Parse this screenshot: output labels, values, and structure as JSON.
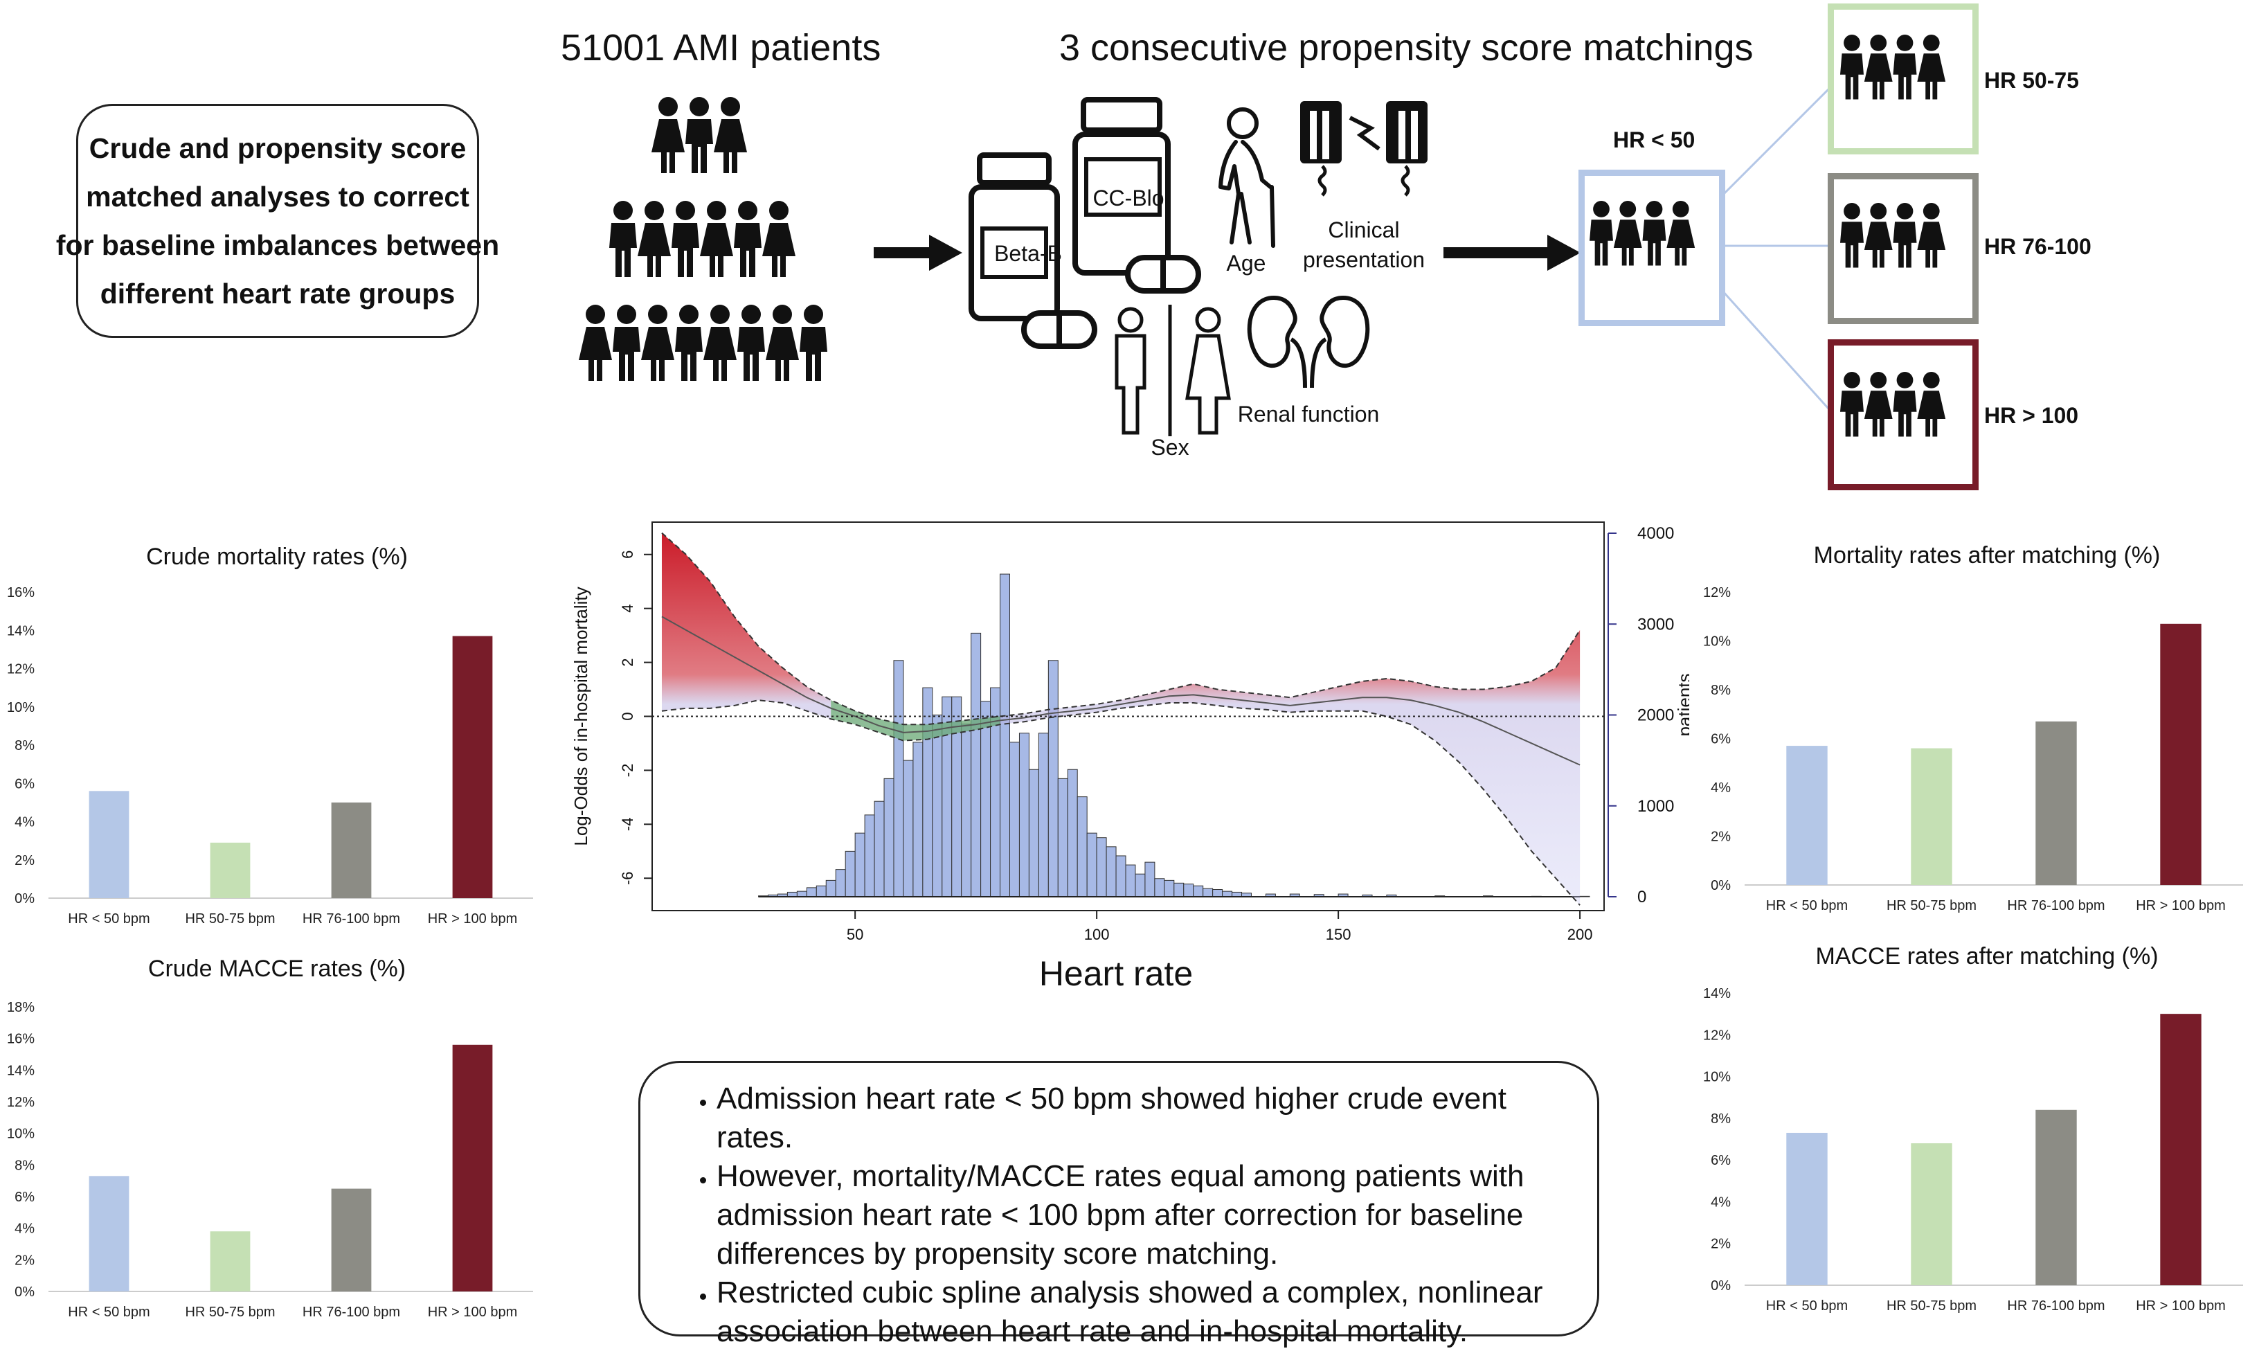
{
  "header": {
    "patients_title": "51001 AMI patients",
    "matching_title": "3 consecutive propensity score matchings"
  },
  "crude_box": {
    "lines": [
      "Crude and propensity score",
      "matched analyses to correct",
      "for baseline imbalances between",
      "different heart rate groups"
    ]
  },
  "icons": {
    "beta_blocker": "Beta-B",
    "cc_blocker": "CC-Blo",
    "age": "Age",
    "clinical": "Clinical",
    "presentation": "presentation",
    "sex": "Sex",
    "renal": "Renal function"
  },
  "hr_groups": {
    "base": "HR < 50",
    "g1": "HR 50-75",
    "g2": "HR 76-100",
    "g3": "HR > 100"
  },
  "colors": {
    "hr_lt_50": "#b4c7e7",
    "hr_50_75": "#c5e0b4",
    "hr_76_100": "#8c8c85",
    "hr_gt_100": "#781c29",
    "spline_red": "#c8101e",
    "spline_green": "#4ca64c",
    "histogram": "#a7b9e6"
  },
  "summary": {
    "bullets": [
      "Admission heart rate < 50 bpm showed higher crude event rates.",
      "However, mortality/MACCE rates equal  among patients with admission heart rate < 100 bpm after correction for baseline differences by propensity score matching.",
      "Restricted cubic spline analysis showed a complex, nonlinear association between heart rate and in-hospital mortality."
    ]
  },
  "chart_data": [
    {
      "type": "bar",
      "title": "Crude mortality rates (%)",
      "categories": [
        "HR < 50 bpm",
        "HR 50-75 bpm",
        "HR 76-100 bpm",
        "HR > 100 bpm"
      ],
      "values": [
        5.6,
        2.9,
        5.0,
        13.7
      ],
      "ylim": [
        0,
        16
      ],
      "yticks": [
        "0%",
        "2%",
        "4%",
        "6%",
        "8%",
        "10%",
        "12%",
        "14%",
        "16%"
      ],
      "grid": false
    },
    {
      "type": "bar",
      "title": "Crude MACCE rates (%)",
      "categories": [
        "HR < 50 bpm",
        "HR 50-75 bpm",
        "HR 76-100 bpm",
        "HR > 100 bpm"
      ],
      "values": [
        7.3,
        3.8,
        6.5,
        15.6
      ],
      "ylim": [
        0,
        18
      ],
      "yticks": [
        "0%",
        "2%",
        "4%",
        "6%",
        "8%",
        "10%",
        "12%",
        "14%",
        "16%",
        "18%"
      ],
      "grid": false
    },
    {
      "type": "bar",
      "title": "Mortality rates after matching (%)",
      "categories": [
        "HR < 50 bpm",
        "HR 50-75 bpm",
        "HR 76-100 bpm",
        "HR > 100 bpm"
      ],
      "values": [
        5.7,
        5.6,
        6.7,
        10.7
      ],
      "ylim": [
        0,
        12
      ],
      "yticks": [
        "0%",
        "2%",
        "4%",
        "6%",
        "8%",
        "10%",
        "12%"
      ],
      "grid": false
    },
    {
      "type": "bar",
      "title": "MACCE rates after matching (%)",
      "categories": [
        "HR < 50 bpm",
        "HR 50-75 bpm",
        "HR 76-100 bpm",
        "HR > 100 bpm"
      ],
      "values": [
        7.3,
        6.8,
        8.4,
        13.0
      ],
      "ylim": [
        0,
        14
      ],
      "yticks": [
        "0%",
        "2%",
        "4%",
        "6%",
        "8%",
        "10%",
        "12%",
        "14%"
      ],
      "grid": false
    },
    {
      "type": "line",
      "xlabel": "Heart rate",
      "ylabel": "Log-Odds of in-hospital mortality",
      "y2label": "patients",
      "xlim": [
        8,
        205
      ],
      "ylim": [
        -7.2,
        7.2
      ],
      "y2lim": [
        0,
        4000
      ],
      "xticks": [
        "50",
        "100",
        "150",
        "200"
      ],
      "yticks": [
        "-6",
        "-4",
        "-2",
        "0",
        "2",
        "4",
        "6"
      ],
      "y2ticks": [
        "0",
        "1000",
        "2000",
        "3000",
        "4000"
      ],
      "reference_line": 0,
      "spline": {
        "x": [
          10,
          15,
          20,
          25,
          30,
          35,
          40,
          45,
          50,
          55,
          60,
          65,
          70,
          75,
          80,
          85,
          90,
          95,
          100,
          105,
          110,
          115,
          120,
          125,
          130,
          135,
          140,
          145,
          150,
          155,
          160,
          165,
          170,
          175,
          180,
          185,
          190,
          195,
          200
        ],
        "estimate": [
          3.7,
          3.2,
          2.7,
          2.2,
          1.7,
          1.2,
          0.7,
          0.3,
          0,
          -0.35,
          -0.6,
          -0.55,
          -0.4,
          -0.3,
          -0.15,
          -0.05,
          0.1,
          0.2,
          0.3,
          0.45,
          0.6,
          0.75,
          0.8,
          0.7,
          0.6,
          0.5,
          0.4,
          0.5,
          0.6,
          0.7,
          0.7,
          0.6,
          0.4,
          0.15,
          -0.2,
          -0.6,
          -1.0,
          -1.4,
          -1.8
        ],
        "upper": [
          6.8,
          6.0,
          5.0,
          3.7,
          2.6,
          1.8,
          1.1,
          0.6,
          0.2,
          -0.1,
          -0.3,
          -0.3,
          -0.2,
          -0.1,
          0,
          0.1,
          0.25,
          0.35,
          0.45,
          0.6,
          0.8,
          1.0,
          1.2,
          1.0,
          0.9,
          0.8,
          0.7,
          0.9,
          1.1,
          1.3,
          1.4,
          1.3,
          1.1,
          1.0,
          1.0,
          1.1,
          1.3,
          1.8,
          3.2
        ],
        "lower": [
          0.2,
          0.3,
          0.3,
          0.4,
          0.6,
          0.5,
          0.2,
          -0.1,
          -0.3,
          -0.6,
          -0.9,
          -0.85,
          -0.65,
          -0.5,
          -0.3,
          -0.2,
          -0.05,
          0.05,
          0.15,
          0.3,
          0.4,
          0.5,
          0.5,
          0.4,
          0.3,
          0.25,
          0.15,
          0.2,
          0.2,
          0.2,
          0,
          -0.3,
          -0.9,
          -1.7,
          -2.7,
          -3.8,
          -5.0,
          -6.0,
          -7.0
        ]
      },
      "histogram": {
        "bin_start": [
          30,
          32,
          34,
          36,
          38,
          40,
          42,
          44,
          46,
          48,
          50,
          52,
          54,
          56,
          58,
          60,
          62,
          64,
          66,
          68,
          70,
          72,
          74,
          76,
          78,
          80,
          82,
          84,
          86,
          88,
          90,
          92,
          94,
          96,
          98,
          100,
          102,
          104,
          106,
          108,
          110,
          112,
          114,
          116,
          118,
          120,
          122,
          124,
          126,
          128,
          130,
          135,
          140,
          145,
          150,
          155,
          160,
          170,
          180,
          190,
          200
        ],
        "bin_width": 2,
        "counts": [
          10,
          20,
          30,
          50,
          60,
          100,
          120,
          180,
          300,
          500,
          700,
          900,
          1050,
          1300,
          2600,
          1500,
          1700,
          2300,
          2000,
          2200,
          2200,
          1900,
          2900,
          2150,
          2300,
          3550,
          1700,
          1800,
          1400,
          1800,
          2600,
          1300,
          1400,
          1100,
          700,
          650,
          550,
          450,
          350,
          250,
          380,
          200,
          180,
          150,
          140,
          120,
          90,
          80,
          60,
          50,
          40,
          30,
          30,
          25,
          30,
          20,
          20,
          10,
          10,
          5,
          5
        ]
      }
    }
  ]
}
